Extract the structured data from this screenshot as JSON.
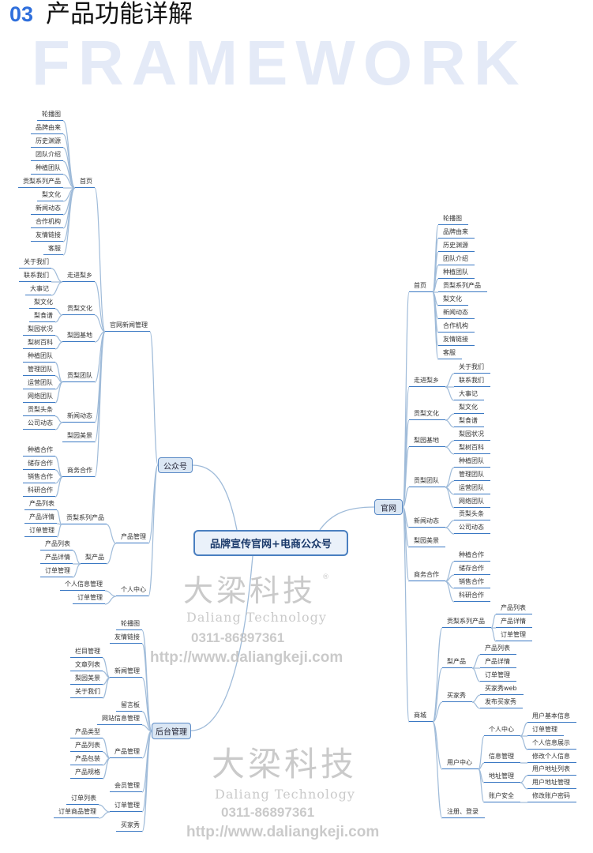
{
  "header": {
    "number": "03",
    "bg_word": "FRAMEWORK",
    "title": "产品功能详解"
  },
  "mindmap": {
    "center": "品牌宣传官网+电商公众号",
    "gongzhonghao": {
      "label": "公众号",
      "children": [
        {
          "label": "官网新闻管理",
          "children": [
            {
              "label": "首页",
              "children": [
                {
                  "label": "轮播图"
                },
                {
                  "label": "品牌由来"
                },
                {
                  "label": "历史渊源"
                },
                {
                  "label": "团队介绍"
                },
                {
                  "label": "种植团队"
                },
                {
                  "label": "贡梨系列产品"
                },
                {
                  "label": "梨文化"
                },
                {
                  "label": "新闻动态"
                },
                {
                  "label": "合作机构"
                },
                {
                  "label": "友情链接"
                },
                {
                  "label": "客服"
                }
              ]
            },
            {
              "label": "走进梨乡",
              "children": [
                {
                  "label": "关于我们"
                },
                {
                  "label": "联系我们"
                },
                {
                  "label": "大事记"
                }
              ]
            },
            {
              "label": "贡梨文化",
              "children": [
                {
                  "label": "梨文化"
                },
                {
                  "label": "梨食谱"
                }
              ]
            },
            {
              "label": "梨园基地",
              "children": [
                {
                  "label": "梨园状况"
                },
                {
                  "label": "梨树百科"
                }
              ]
            },
            {
              "label": "贡梨团队",
              "children": [
                {
                  "label": "种植团队"
                },
                {
                  "label": "管理团队"
                },
                {
                  "label": "运营团队"
                },
                {
                  "label": "网络团队"
                }
              ]
            },
            {
              "label": "新闻动态",
              "children": [
                {
                  "label": "贡梨头条"
                },
                {
                  "label": "公司动态"
                }
              ]
            },
            {
              "label": "梨园美景"
            },
            {
              "label": "商务合作",
              "children": [
                {
                  "label": "种植合作"
                },
                {
                  "label": "储存合作"
                },
                {
                  "label": "销售合作"
                },
                {
                  "label": "科研合作"
                }
              ]
            }
          ]
        },
        {
          "label": "产品管理",
          "children": [
            {
              "label": "贡梨系列产品",
              "children": [
                {
                  "label": "产品列表"
                },
                {
                  "label": "产品详情"
                },
                {
                  "label": "订单管理"
                }
              ]
            },
            {
              "label": "梨产品",
              "children": [
                {
                  "label": "产品列表"
                },
                {
                  "label": "产品详情"
                },
                {
                  "label": "订单管理"
                }
              ]
            }
          ]
        },
        {
          "label": "个人中心",
          "children": [
            {
              "label": "个人信息管理"
            },
            {
              "label": "订单管理"
            }
          ]
        }
      ]
    },
    "houtai": {
      "label": "后台管理",
      "children": [
        {
          "label": "轮播图"
        },
        {
          "label": "友情链接"
        },
        {
          "label": "新闻管理",
          "children": [
            {
              "label": "栏目管理"
            },
            {
              "label": "文章列表"
            },
            {
              "label": "梨园美景"
            },
            {
              "label": "关于我们"
            }
          ]
        },
        {
          "label": "留言板"
        },
        {
          "label": "网站信息管理"
        },
        {
          "label": "产品管理",
          "children": [
            {
              "label": "产品类型"
            },
            {
              "label": "产品列表"
            },
            {
              "label": "产品包装"
            },
            {
              "label": "产品规格"
            }
          ]
        },
        {
          "label": "会员管理"
        },
        {
          "label": "订单管理",
          "children": [
            {
              "label": "订单列表"
            },
            {
              "label": "订单商品管理"
            }
          ]
        },
        {
          "label": "买家秀"
        }
      ]
    },
    "guanwang": {
      "label": "官网",
      "children": [
        {
          "label": "首页",
          "children": [
            {
              "label": "轮播图"
            },
            {
              "label": "品牌由来"
            },
            {
              "label": "历史渊源"
            },
            {
              "label": "团队介绍"
            },
            {
              "label": "种植团队"
            },
            {
              "label": "贡梨系列产品"
            },
            {
              "label": "梨文化"
            },
            {
              "label": "新闻动态"
            },
            {
              "label": "合作机构"
            },
            {
              "label": "友情链接"
            },
            {
              "label": "客服"
            }
          ]
        },
        {
          "label": "走进梨乡",
          "children": [
            {
              "label": "关于我们"
            },
            {
              "label": "联系我们"
            },
            {
              "label": "大事记"
            }
          ]
        },
        {
          "label": "贡梨文化",
          "children": [
            {
              "label": "梨文化"
            },
            {
              "label": "梨食谱"
            }
          ]
        },
        {
          "label": "梨园基地",
          "children": [
            {
              "label": "梨园状况"
            },
            {
              "label": "梨树百科"
            }
          ]
        },
        {
          "label": "贡梨团队",
          "children": [
            {
              "label": "种植团队"
            },
            {
              "label": "管理团队"
            },
            {
              "label": "运营团队"
            },
            {
              "label": "网络团队"
            }
          ]
        },
        {
          "label": "新闻动态",
          "children": [
            {
              "label": "贡梨头条"
            },
            {
              "label": "公司动态"
            }
          ]
        },
        {
          "label": "梨园美景"
        },
        {
          "label": "商务合作",
          "children": [
            {
              "label": "种植合作"
            },
            {
              "label": "储存合作"
            },
            {
              "label": "销售合作"
            },
            {
              "label": "科研合作"
            }
          ]
        },
        {
          "label": "商城",
          "children": [
            {
              "label": "贡梨系列产品",
              "children": [
                {
                  "label": "产品列表"
                },
                {
                  "label": "产品详情"
                },
                {
                  "label": "订单管理"
                }
              ]
            },
            {
              "label": "梨产品",
              "children": [
                {
                  "label": "产品列表"
                },
                {
                  "label": "产品详情"
                },
                {
                  "label": "订单管理"
                }
              ]
            },
            {
              "label": "买家秀",
              "children": [
                {
                  "label": "买家秀web"
                },
                {
                  "label": "发布买家秀"
                }
              ]
            },
            {
              "label": "用户中心",
              "children": [
                {
                  "label": "个人中心",
                  "children": [
                    {
                      "label": "用户基本信息"
                    },
                    {
                      "label": "订单管理"
                    },
                    {
                      "label": "个人信息展示"
                    }
                  ]
                },
                {
                  "label": "信息管理",
                  "children": [
                    {
                      "label": "修改个人信息"
                    }
                  ]
                },
                {
                  "label": "地址管理",
                  "children": [
                    {
                      "label": "用户地址列表"
                    },
                    {
                      "label": "用户地址管理"
                    }
                  ]
                },
                {
                  "label": "账户安全",
                  "children": [
                    {
                      "label": "修改账户密码"
                    }
                  ]
                }
              ]
            },
            {
              "label": "注册、登录"
            }
          ]
        }
      ]
    }
  },
  "watermark": {
    "logo": "大梁科技",
    "registered": "®",
    "english": "Daliang Technology",
    "phone": "0311-86897361",
    "url": "http://www.daliangkeji.com"
  },
  "colors": {
    "accent": "#2f6fdc",
    "line": "#3a78c3",
    "connector": "#9fbbd9",
    "node_fill": "#dbe7f4"
  }
}
